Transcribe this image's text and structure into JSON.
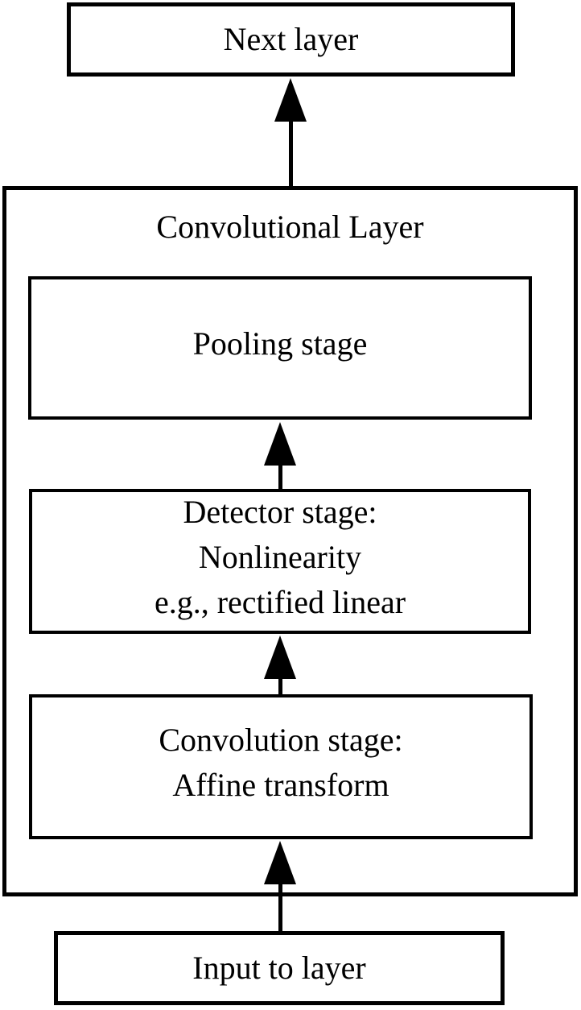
{
  "diagram": {
    "colors": {
      "line": "#000000",
      "background": "#ffffff"
    },
    "next_layer_box": {
      "label": "Next layer"
    },
    "convolutional_layer_box": {
      "title": "Convolutional Layer",
      "stages": [
        {
          "name": "pooling-stage",
          "lines": [
            "Pooling stage"
          ]
        },
        {
          "name": "detector-stage",
          "lines": [
            "Detector stage:",
            "Nonlinearity",
            "e.g., rectified linear"
          ]
        },
        {
          "name": "convolution-stage",
          "lines": [
            "Convolution stage:",
            "Affine transform"
          ]
        }
      ]
    },
    "input_box": {
      "label": "Input to layer"
    }
  }
}
